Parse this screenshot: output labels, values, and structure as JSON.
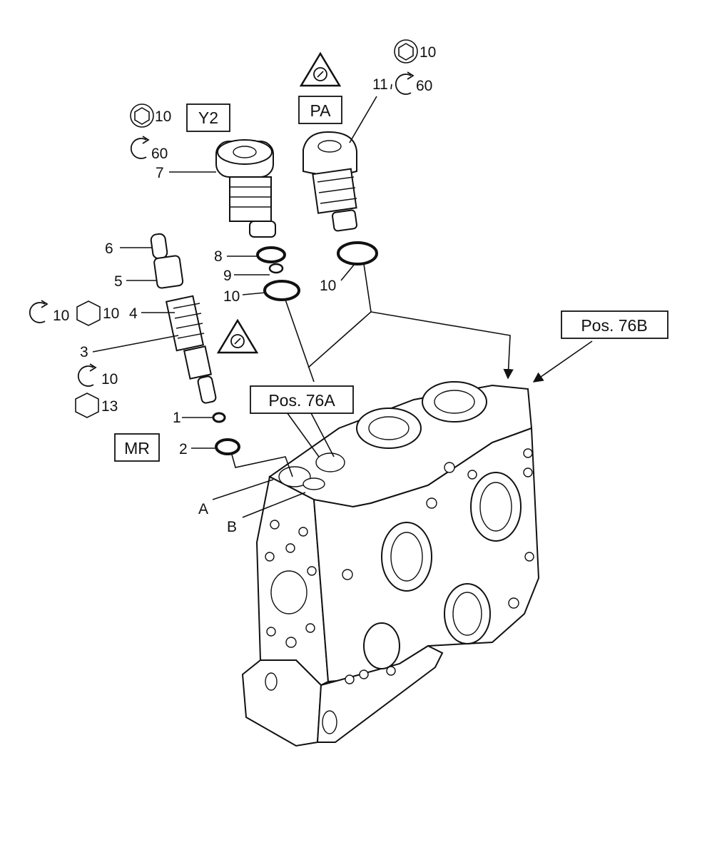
{
  "callouts": {
    "y2": "Y2",
    "pa": "PA",
    "mr": "MR",
    "pos76a": "Pos. 76A",
    "pos76b": "Pos. 76B"
  },
  "part_numbers": {
    "p1": "1",
    "p2": "2",
    "p3": "3",
    "p4": "4",
    "p5": "5",
    "p6": "6",
    "p7": "7",
    "p8": "8",
    "p9": "9",
    "p10a": "10",
    "p10b": "10",
    "p11": "11",
    "port_a": "A",
    "port_b": "B"
  },
  "torque_specs": {
    "y2_wrench": "10",
    "y2_torque": "60",
    "pa_wrench": "10",
    "pa_torque": "60",
    "p4_torque": "10",
    "p4_wrench": "10",
    "p3_torque": "10",
    "p3_wrench": "13"
  },
  "icons": {
    "wrench": "hexagon-icon",
    "torque": "rotation-arrow-icon",
    "warning": "pressure-warning-icon"
  }
}
